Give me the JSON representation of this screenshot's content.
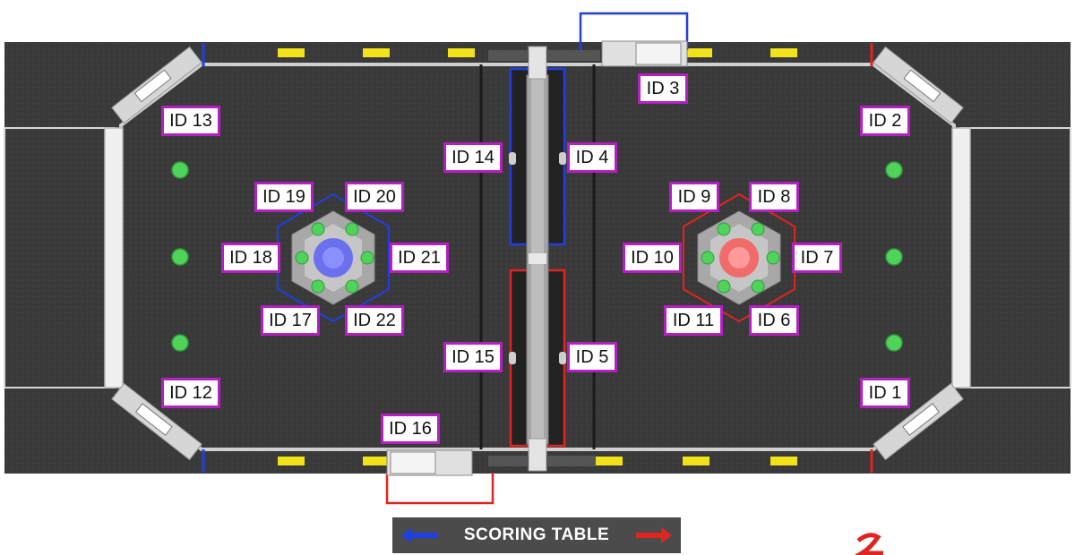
{
  "colors": {
    "carpet": "#3a3a3a",
    "tag_border": "#b61ec4",
    "blue_alliance": "#1f3fe0",
    "red_alliance": "#e0241f",
    "yellow_marker": "#f2e21a",
    "green_ball": "#4fd35a"
  },
  "apriltags": [
    {
      "id": "ID 1"
    },
    {
      "id": "ID 2"
    },
    {
      "id": "ID 3"
    },
    {
      "id": "ID 4"
    },
    {
      "id": "ID 5"
    },
    {
      "id": "ID 6"
    },
    {
      "id": "ID 7"
    },
    {
      "id": "ID 8"
    },
    {
      "id": "ID 9"
    },
    {
      "id": "ID 10"
    },
    {
      "id": "ID 11"
    },
    {
      "id": "ID 12"
    },
    {
      "id": "ID 13"
    },
    {
      "id": "ID 14"
    },
    {
      "id": "ID 15"
    },
    {
      "id": "ID 16"
    },
    {
      "id": "ID 17"
    },
    {
      "id": "ID 18"
    },
    {
      "id": "ID 19"
    },
    {
      "id": "ID 20"
    },
    {
      "id": "ID 21"
    },
    {
      "id": "ID 22"
    }
  ],
  "scoring_table": {
    "label": "SCORING TABLE",
    "left_arrow_icon": "arrow-left-icon",
    "right_arrow_icon": "arrow-right-icon"
  }
}
